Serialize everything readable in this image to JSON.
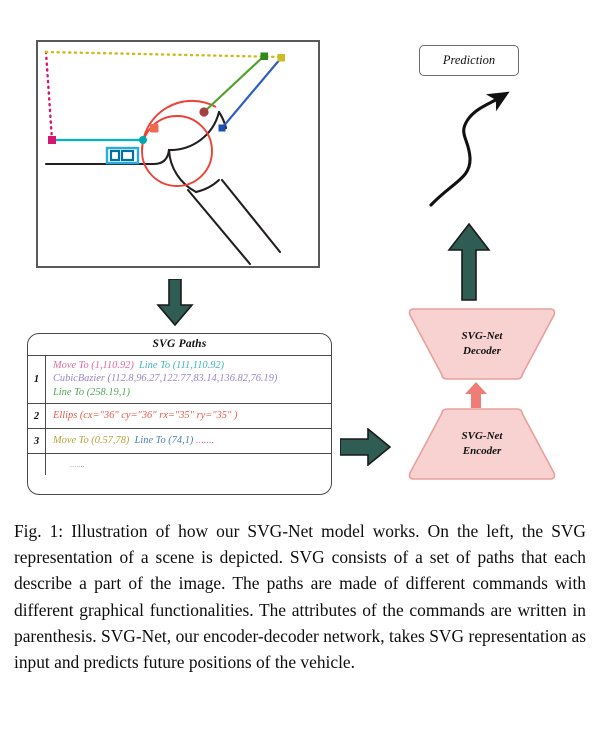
{
  "figure": {
    "caption": "Fig. 1: Illustration of how our SVG-Net model works. On the left, the SVG representation of a scene is depicted. SVG consists of a set of paths that each describe a part of the image. The paths are made of different commands with different graphical functionalities. The attributes of the commands are written in parenthesis. SVG-Net, our encoder-decoder network, takes SVG representation as input and predicts future positions of the vehicle."
  },
  "scene": {
    "name": "svg-scene-illustration",
    "elements": {
      "frame_color": "#58595b",
      "road_color": "#231f20",
      "roundabout_color": "#ef4136",
      "vehicle_color": "#0080b0",
      "trajectory_cyan": "#00b5bd",
      "trajectory_green": "#4fa22e",
      "trajectory_blue": "#2e5fbf",
      "dotted_magenta": "#d6176f",
      "dotted_olive": "#cdbb1f"
    }
  },
  "svg_paths_table": {
    "header": "SVG Paths",
    "rows": [
      {
        "num": "1",
        "lines": [
          [
            {
              "text": "Move To (1,110.92)",
              "color": "#e06aa4"
            },
            {
              "text": "Line To (111,110.92)",
              "color": "#3cb6c3"
            }
          ],
          [
            {
              "text": "CubicBazier (112.8,96.27,122.77,83.14,136.82,76.19)",
              "color": "#9b86c9"
            }
          ],
          [
            {
              "text": "Line To (258.19,1)",
              "color": "#53a557"
            }
          ]
        ]
      },
      {
        "num": "2",
        "lines": [
          [
            {
              "text": "Ellips (cx=\"36\" cy=\"36\" rx=\"35\" ry=\"35\" )",
              "color": "#e8584b"
            }
          ]
        ]
      },
      {
        "num": "3",
        "lines": [
          [
            {
              "text": "Move To (0.57,78)",
              "color": "#b3a438"
            },
            {
              "text": "Line To (74,1)",
              "color": "#4a7fc1"
            },
            {
              "text": ".......",
              "color": "#e06aa4"
            }
          ]
        ]
      },
      {
        "num": "",
        "lines": [
          [
            {
              "text": ".......",
              "color": "#b0a8a0",
              "indent": true
            }
          ]
        ]
      }
    ]
  },
  "pipeline": {
    "prediction_label": "Prediction",
    "encoder_label_line1": "SVG-Net",
    "encoder_label_line2": "Encoder",
    "decoder_label_line1": "SVG-Net",
    "decoder_label_line2": "Decoder",
    "net_fill": "#f8d2d0",
    "net_stroke": "#e8a09c",
    "inner_arrow_color": "#ef7d77",
    "flow_arrow_color": "#2f5d53",
    "flow_arrow_stroke": "#1a1a1a"
  },
  "arrows": {
    "scene_to_table": "down-arrow",
    "table_to_encoder": "right-arrow",
    "encoder_to_decoder": "up-arrow-pink",
    "decoder_to_prediction": "up-arrow",
    "prediction_curve": "s-curve-arrow"
  }
}
